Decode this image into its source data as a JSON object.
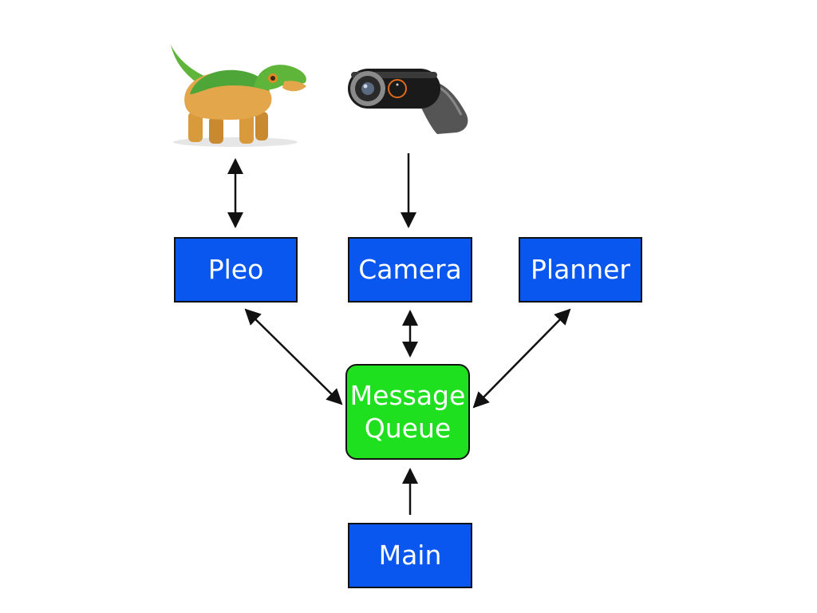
{
  "nodes": {
    "pleo": "Pleo",
    "camera": "Camera",
    "planner": "Planner",
    "message_queue": [
      "Message",
      "Queue"
    ],
    "main": "Main"
  },
  "images": {
    "dinosaur": "pleo-dinosaur-robot-image",
    "webcam": "webcam-image"
  },
  "connections": [
    {
      "from": "Pleo robot",
      "to": "Pleo",
      "direction": "both"
    },
    {
      "from": "Webcam",
      "to": "Camera",
      "direction": "forward"
    },
    {
      "from": "Pleo",
      "to": "Message Queue",
      "direction": "both"
    },
    {
      "from": "Camera",
      "to": "Message Queue",
      "direction": "both"
    },
    {
      "from": "Planner",
      "to": "Message Queue",
      "direction": "both"
    },
    {
      "from": "Main",
      "to": "Message Queue",
      "direction": "forward"
    }
  ],
  "colors": {
    "module_box": "#0a57f0",
    "queue_box": "#1fe01f",
    "text": "#ffffff",
    "arrow": "#111111"
  }
}
